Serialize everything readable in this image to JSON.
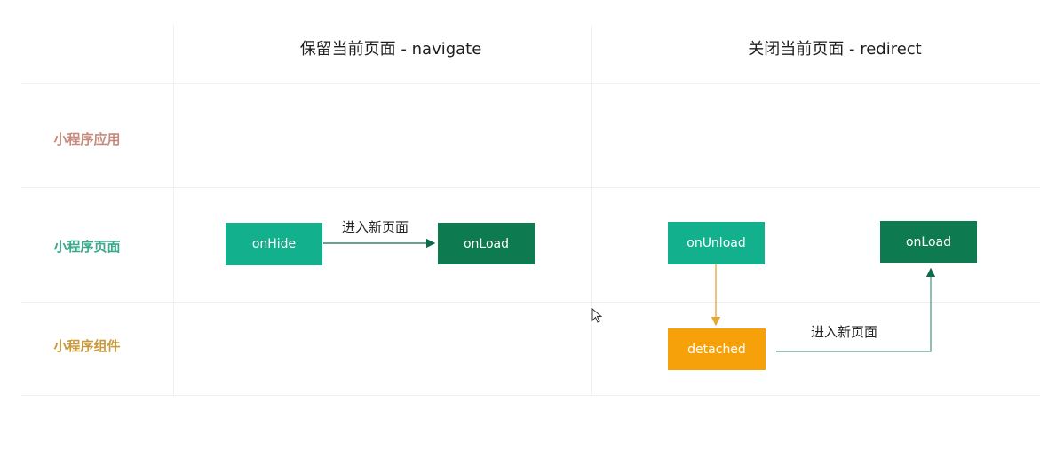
{
  "columns": {
    "navigate_title": "保留当前页面 - navigate",
    "redirect_title": "关闭当前页面 - redirect"
  },
  "rows": {
    "app": {
      "label": "小程序应用",
      "color": "#c98a7e"
    },
    "page": {
      "label": "小程序页面",
      "color": "#3aa88a"
    },
    "component": {
      "label": "小程序组件",
      "color": "#c99a3a"
    }
  },
  "nodes": {
    "nav_onhide": {
      "label": "onHide",
      "color": "#12b08c"
    },
    "nav_onload": {
      "label": "onLoad",
      "color": "#0e7a4f"
    },
    "red_onunload": {
      "label": "onUnload",
      "color": "#12b08c"
    },
    "red_onload": {
      "label": "onLoad",
      "color": "#0e7a4f"
    },
    "red_detached": {
      "label": "detached",
      "color": "#f7a10a"
    }
  },
  "edges": {
    "nav_enter_label": "进入新页面",
    "red_enter_label": "进入新页面",
    "arrow_color_teal": "#0e6b4a",
    "arrow_color_orange": "#e8a530"
  }
}
